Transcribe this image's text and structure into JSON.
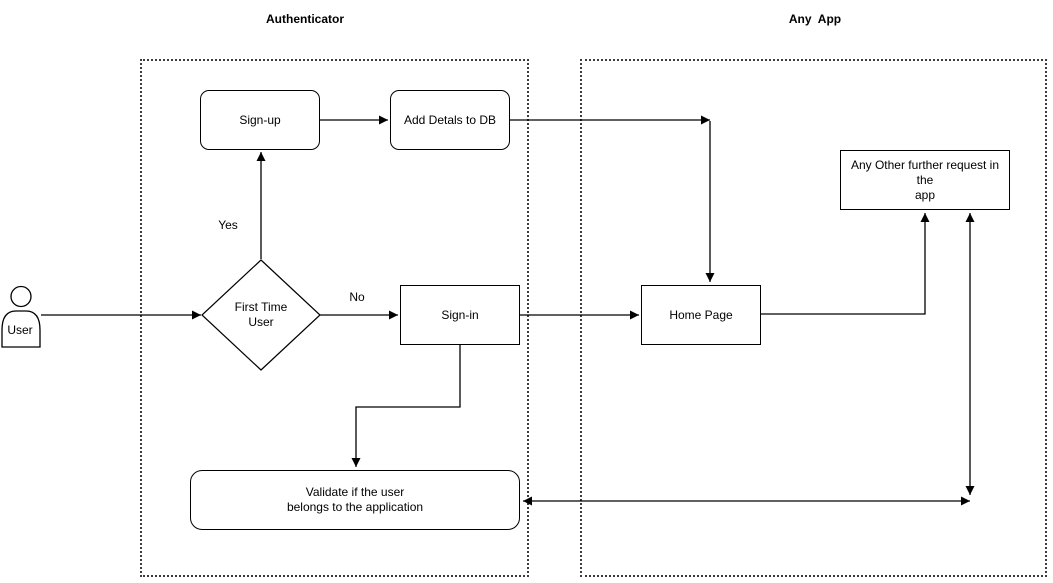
{
  "containers": {
    "authenticator": {
      "title": "Authenticator"
    },
    "any_app": {
      "title": "Any  App"
    }
  },
  "nodes": {
    "user": {
      "label": "User"
    },
    "decision": {
      "line1": "First Time",
      "line2": "User"
    },
    "sign_up": {
      "label": "Sign-up"
    },
    "add_details": {
      "label": "Add Detals to DB"
    },
    "sign_in": {
      "label": "Sign-in"
    },
    "home_page": {
      "label": "Home Page"
    },
    "any_other": {
      "line1": "Any Other further request in the",
      "line2": "app"
    },
    "validate": {
      "line1": "Validate if the user",
      "line2": "belongs to the application"
    }
  },
  "edge_labels": {
    "yes": "Yes",
    "no": "No"
  },
  "edges": [
    {
      "from": "user",
      "to": "decision",
      "arrows": "end"
    },
    {
      "from": "decision",
      "to": "sign_up",
      "label": "Yes",
      "arrows": "end"
    },
    {
      "from": "decision",
      "to": "sign_in",
      "label": "No",
      "arrows": "end"
    },
    {
      "from": "sign_up",
      "to": "add_details",
      "arrows": "end"
    },
    {
      "from": "add_details",
      "to": "home_page",
      "arrows": "end",
      "route": "right-then-down"
    },
    {
      "from": "sign_in",
      "to": "home_page",
      "arrows": "end"
    },
    {
      "from": "sign_in",
      "to": "validate",
      "arrows": "end",
      "route": "down-left-down"
    },
    {
      "from": "home_page",
      "to": "any_other",
      "arrows": "end",
      "route": "right-then-up"
    },
    {
      "from": "any_other",
      "to": "corner",
      "arrows": "both",
      "route": "vertical"
    },
    {
      "from": "validate",
      "to": "corner",
      "arrows": "both",
      "route": "horizontal"
    }
  ],
  "colors": {
    "stroke": "#000000",
    "background": "#ffffff",
    "container_border": "#3d3d3d"
  }
}
